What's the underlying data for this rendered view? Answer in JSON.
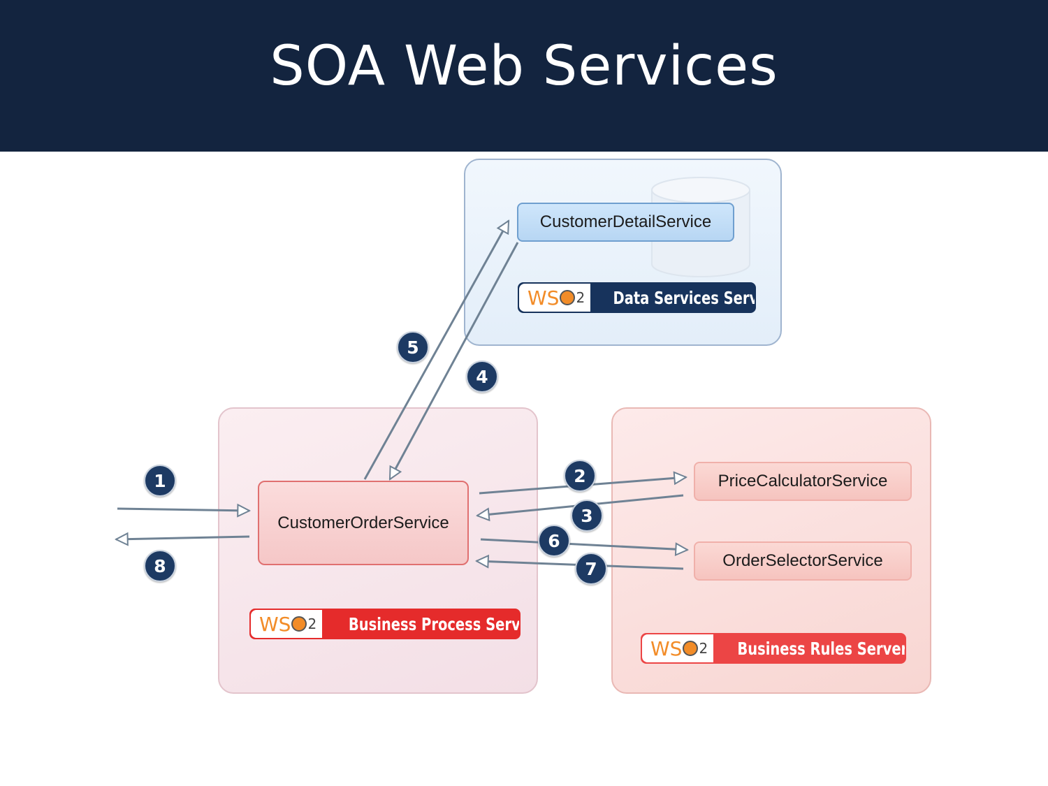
{
  "slide": {
    "title": "SOA Web Services"
  },
  "servers": {
    "data_services": "Data Services Server",
    "business_process": "Business Process Server",
    "business_rules": "Business Rules Server"
  },
  "logo": {
    "ws": "WS",
    "two": "2"
  },
  "services": {
    "customer_detail": "CustomerDetailService",
    "customer_order": "CustomerOrderService",
    "price_calculator": "PriceCalculatorService",
    "order_selector": "OrderSelectorService"
  },
  "steps": [
    "1",
    "2",
    "3",
    "4",
    "5",
    "6",
    "7",
    "8"
  ],
  "colors": {
    "header": "#13243f",
    "step_badge": "#1d3a63",
    "arrow": "#6f8294"
  }
}
